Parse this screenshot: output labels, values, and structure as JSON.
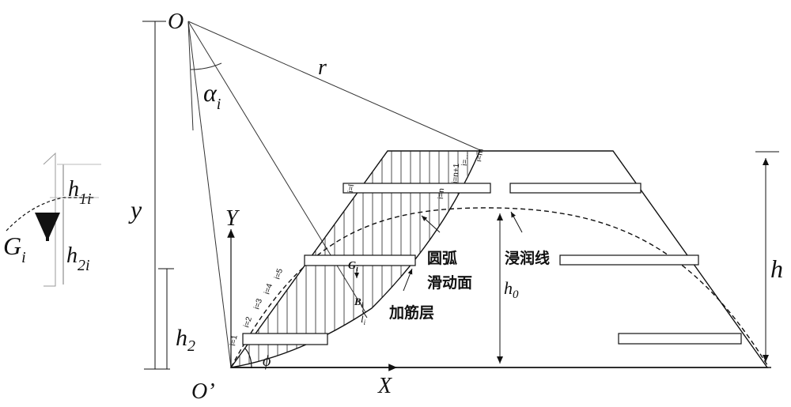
{
  "labels": {
    "origin": "O",
    "origin_base": "O’",
    "radius": "r",
    "alpha": "α",
    "alpha_sub": "i",
    "y": "y",
    "h": "h",
    "h0": "h",
    "h0_sub": "0",
    "h2": "h",
    "h2_sub": "2",
    "phi": "ϕ",
    "axis_x": "X",
    "axis_y": "Y",
    "g_slice": "G",
    "g_slice_sub": "i",
    "b_slice": "B",
    "b_slice_sub": "i",
    "l_slice": "l",
    "l_slice_sub": "i"
  },
  "callouts": {
    "slip_surface_line1": "圆弧",
    "slip_surface_line2": "滑动面",
    "phreatic_line": "浸润线",
    "reinforcement": "加筋层"
  },
  "slice_labels": [
    "i=1",
    "i=2",
    "i=3",
    "i=4",
    "i=5",
    "i=l",
    "i=n",
    "i=n+1",
    "i=…",
    "i=m"
  ],
  "inset": {
    "g": "G",
    "g_sub": "i",
    "h1": "h",
    "h1_sub": "1i",
    "h2": "h",
    "h2_sub": "2i"
  }
}
